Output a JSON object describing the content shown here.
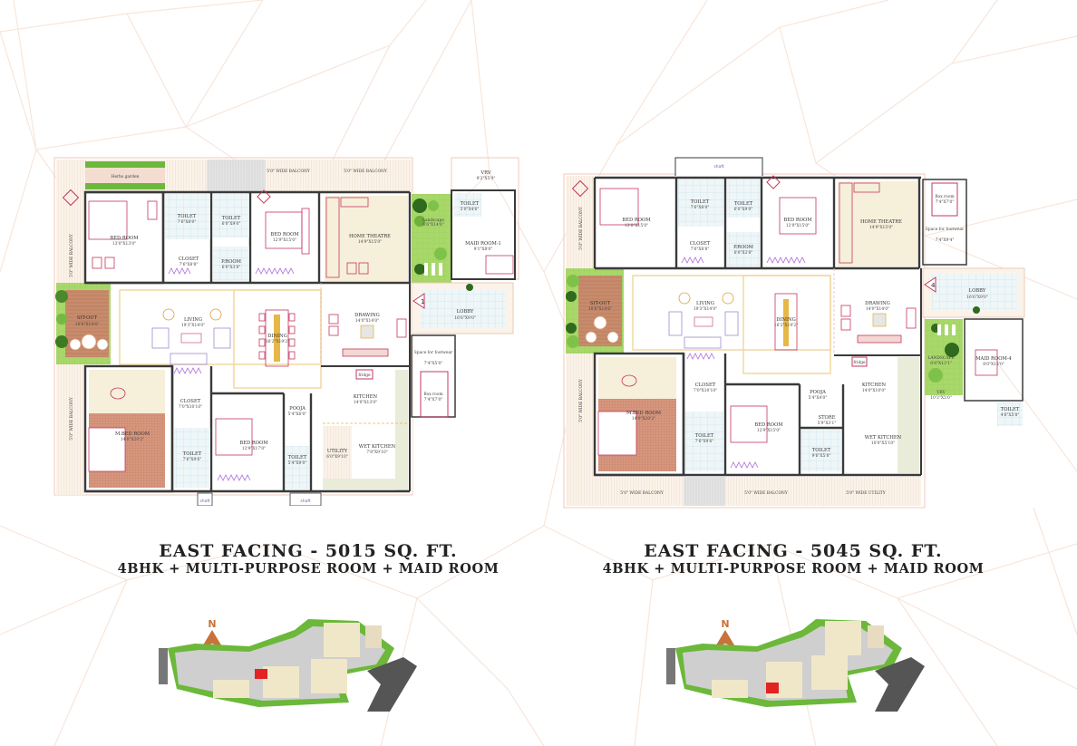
{
  "plans": [
    {
      "id": "left",
      "title": "EAST FACING - 5015 SQ. FT.",
      "subtitle": "4BHK + MULTI-PURPOSE ROOM + MAID ROOM",
      "rooms": {
        "herbs_garden": "Herbs garden",
        "balcony_top_1": "5'0\" WIDE BALCONY",
        "balcony_top_2": "5'0\" WIDE BALCONY",
        "balcony_left_top": "5'0\" WIDE BALCONY",
        "balcony_left_bottom": "5'0\" WIDE BALCONY",
        "bedroom_1": {
          "name": "BED ROOM",
          "size": "13'0\"X13'0\""
        },
        "toilet_1": {
          "name": "TOILET",
          "size": "7'6\"X8'0\""
        },
        "toilet_2": {
          "name": "TOILET",
          "size": "6'0\"X9'0\""
        },
        "closet_1": {
          "name": "CLOSET",
          "size": "7'6\"X8'8\""
        },
        "p_room": {
          "name": "P.ROOM",
          "size": "6'0\"X3'8\""
        },
        "bedroom_2": {
          "name": "BED ROOM",
          "size": "12'9\"X15'0\""
        },
        "home_theatre": {
          "name": "HOME THEATRE",
          "size": "14'9\"X15'0\""
        },
        "landscape": {
          "name": "Landscape",
          "size": "6'6\"X14'6\""
        },
        "vrv": {
          "name": "VRV",
          "size": "9'2\"X5'0\""
        },
        "toilet_maid": {
          "name": "TOILET",
          "size": "5'0\"X4'6\""
        },
        "maid_room": {
          "name": "MAID ROOM-1",
          "size": "9'1\"X8'0\""
        },
        "lobby": {
          "name": "LOBBY",
          "size": "16'6\"X9'0\""
        },
        "sit_out": {
          "name": "SIT-OUT",
          "size": "10'6\"X14'6\""
        },
        "living": {
          "name": "LIVING",
          "size": "19'3\"X14'0\""
        },
        "dining": {
          "name": "DINING",
          "size": "16'2\"X19'2\""
        },
        "drawing": {
          "name": "DRAWING",
          "size": "14'0\"X14'0\""
        },
        "footwear": {
          "name": "Space for footwear",
          "size": "7'4\"X5'0\""
        },
        "box_room": {
          "name": "Box room",
          "size": "7'4\"X7'0\""
        },
        "fridge": "fridge",
        "kitchen": {
          "name": "KITCHEN",
          "size": "14'0\"X13'0\""
        },
        "m_bedroom": {
          "name": "M.BED ROOM",
          "size": "14'0\"X20'2\""
        },
        "closet_2": {
          "name": "CLOSET",
          "size": "7'0\"X10'10\""
        },
        "toilet_3": {
          "name": "TOILET",
          "size": "7'6\"X9'6\""
        },
        "bedroom_3": {
          "name": "BED ROOM",
          "size": "12'9\"X17'0\""
        },
        "pooja": {
          "name": "POOJA",
          "size": "5'4\"X6'0\""
        },
        "toilet_4": {
          "name": "TOILET",
          "size": "5'4\"X9'0\""
        },
        "utility": {
          "name": "UTILITY",
          "size": "6'0\"X9'10\""
        },
        "wet_kitchen": {
          "name": "WET KITCHEN",
          "size": "7'8\"X9'10\""
        },
        "shaft_1": "shaft",
        "shaft_2": "shaft",
        "lobby_marker": "1"
      }
    },
    {
      "id": "right",
      "title": "EAST FACING - 5045 SQ. FT.",
      "subtitle": "4BHK + MULTI-PURPOSE ROOM + MAID ROOM",
      "rooms": {
        "shaft_top": "shaft",
        "balcony_left_top": "5'0\" WIDE BALCONY",
        "balcony_left_bottom": "5'0\" WIDE BALCONY",
        "bedroom_1": {
          "name": "BED ROOM",
          "size": "13'0\"X15'0\""
        },
        "toilet_1": {
          "name": "TOILET",
          "size": "7'6\"X8'0\""
        },
        "toilet_2": {
          "name": "TOILET",
          "size": "6'0\"X9'0\""
        },
        "closet_1": {
          "name": "CLOSET",
          "size": "7'6\"X8'8\""
        },
        "p_room": {
          "name": "P.ROOM",
          "size": "6'0\"X3'8\""
        },
        "bedroom_2": {
          "name": "BED ROOM",
          "size": "12'9\"X15'0\""
        },
        "home_theatre": {
          "name": "HOME THEATRE",
          "size": "14'9\"X15'0\""
        },
        "box_room": {
          "name": "Box room",
          "size": "7'4\"X7'0\""
        },
        "footwear": {
          "name": "Space for footwear",
          "size": "7'4\"X9'4\""
        },
        "lobby": {
          "name": "LOBBY",
          "size": "16'6\"X9'0\""
        },
        "sit_out": {
          "name": "SIT-OUT",
          "size": "10'6\"X14'6\""
        },
        "living": {
          "name": "LIVING",
          "size": "19'3\"X14'0\""
        },
        "dining": {
          "name": "DINING",
          "size": "16'2\"X19'2\""
        },
        "drawing": {
          "name": "DRAWING",
          "size": "14'0\"X14'0\""
        },
        "landscape": {
          "name": "LANDSCAPE",
          "size": "6'6\"X13'1\""
        },
        "maid_room": {
          "name": "MAID ROOM-4",
          "size": "8'0\"X12'0\""
        },
        "vrv": {
          "name": "VRV",
          "size": "10'3\"X5'0\""
        },
        "toilet_maid": {
          "name": "TOILET",
          "size": "4'6\"X5'8\""
        },
        "fridge": "fridge",
        "kitchen": {
          "name": "KITCHEN",
          "size": "14'0\"X10'0\""
        },
        "m_bedroom": {
          "name": "M.BED ROOM",
          "size": "14'0\"X20'2\""
        },
        "closet_2": {
          "name": "CLOSET",
          "size": "7'0\"X10'10\""
        },
        "toilet_3": {
          "name": "TOILET",
          "size": "7'6\"X9'6\""
        },
        "bedroom_3": {
          "name": "BED ROOM",
          "size": "12'9\"X15'0\""
        },
        "pooja": {
          "name": "POOJA",
          "size": "5'4\"X4'0\""
        },
        "store": {
          "name": "STORE",
          "size": "5'9\"X3'1\""
        },
        "toilet_4": {
          "name": "TOILET",
          "size": "9'6\"X5'8\""
        },
        "wet_kitchen": {
          "name": "WET KITCHEN",
          "size": "10'0\"X5'10\""
        },
        "balcony_bottom": "5'0\" WIDE BALCONY",
        "balcony_bottom_2": "5'0\" WIDE BALCONY",
        "utility_bottom": "5'0\" WIDE UTILITY",
        "lobby_marker": "4"
      }
    }
  ],
  "key_plans": [
    {
      "north_label": "N",
      "highlight_color": "#e32222",
      "highlight_position": "west-tower-top-left"
    },
    {
      "north_label": "N",
      "highlight_color": "#e32222",
      "highlight_position": "west-tower-bottom-left"
    }
  ],
  "colors": {
    "wall": "#3a3a3a",
    "furniture": "#c4375f",
    "green": "#7bc043",
    "floor_tile": "#f3ead9",
    "master_floor": "#c9826a",
    "north_arrow": "#c8733a",
    "bg_lines": "#f7e4d8"
  }
}
